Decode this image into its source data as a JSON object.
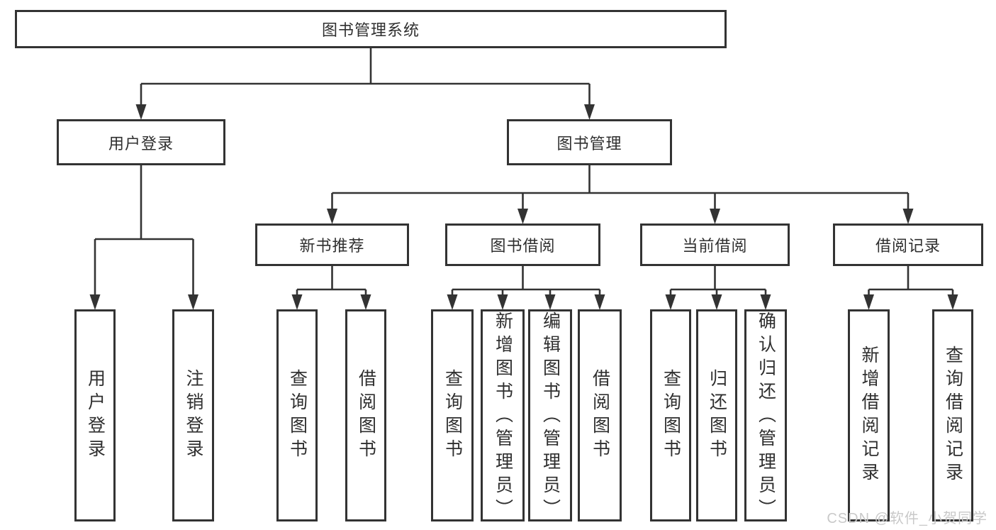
{
  "diagram": {
    "nodes": [
      {
        "id": "root",
        "label": "图书管理系统",
        "parent": null,
        "orientation": "horizontal"
      },
      {
        "id": "user-login",
        "label": "用户登录",
        "parent": "root",
        "orientation": "horizontal"
      },
      {
        "id": "book-mgmt",
        "label": "图书管理",
        "parent": "root",
        "orientation": "horizontal"
      },
      {
        "id": "new-book-rec",
        "label": "新书推荐",
        "parent": "book-mgmt",
        "orientation": "horizontal"
      },
      {
        "id": "book-borrow",
        "label": "图书借阅",
        "parent": "book-mgmt",
        "orientation": "horizontal"
      },
      {
        "id": "current-borrow",
        "label": "当前借阅",
        "parent": "book-mgmt",
        "orientation": "horizontal"
      },
      {
        "id": "borrow-records",
        "label": "借阅记录",
        "parent": "book-mgmt",
        "orientation": "horizontal"
      },
      {
        "id": "login",
        "label": "用户登录",
        "parent": "user-login",
        "orientation": "vertical"
      },
      {
        "id": "logout",
        "label": "注销登录",
        "parent": "user-login",
        "orientation": "vertical"
      },
      {
        "id": "rec-query-books",
        "label": "查询图书",
        "parent": "new-book-rec",
        "orientation": "vertical"
      },
      {
        "id": "rec-borrow-books",
        "label": "借阅图书",
        "parent": "new-book-rec",
        "orientation": "vertical"
      },
      {
        "id": "bb-query-books",
        "label": "查询图书",
        "parent": "book-borrow",
        "orientation": "vertical"
      },
      {
        "id": "bb-add-books",
        "label": "新增图书（管理员）",
        "parent": "book-borrow",
        "orientation": "vertical"
      },
      {
        "id": "bb-edit-books",
        "label": "编辑图书（管理员）",
        "parent": "book-borrow",
        "orientation": "vertical"
      },
      {
        "id": "bb-borrow-books",
        "label": "借阅图书",
        "parent": "book-borrow",
        "orientation": "vertical"
      },
      {
        "id": "cb-query-books",
        "label": "查询图书",
        "parent": "current-borrow",
        "orientation": "vertical"
      },
      {
        "id": "cb-return-books",
        "label": "归还图书",
        "parent": "current-borrow",
        "orientation": "vertical"
      },
      {
        "id": "cb-confirm-return",
        "label": "确认归还（管理员）",
        "parent": "current-borrow",
        "orientation": "vertical"
      },
      {
        "id": "br-add-record",
        "label": "新增借阅记录",
        "parent": "borrow-records",
        "orientation": "vertical"
      },
      {
        "id": "br-query-record",
        "label": "查询借阅记录",
        "parent": "borrow-records",
        "orientation": "vertical"
      }
    ]
  },
  "watermark": {
    "text": "CSDN @软件_小贺同学"
  },
  "colors": {
    "line": "#333333",
    "text": "#2f2f2f",
    "watermark": "#c9c9c9",
    "background": "#ffffff"
  }
}
